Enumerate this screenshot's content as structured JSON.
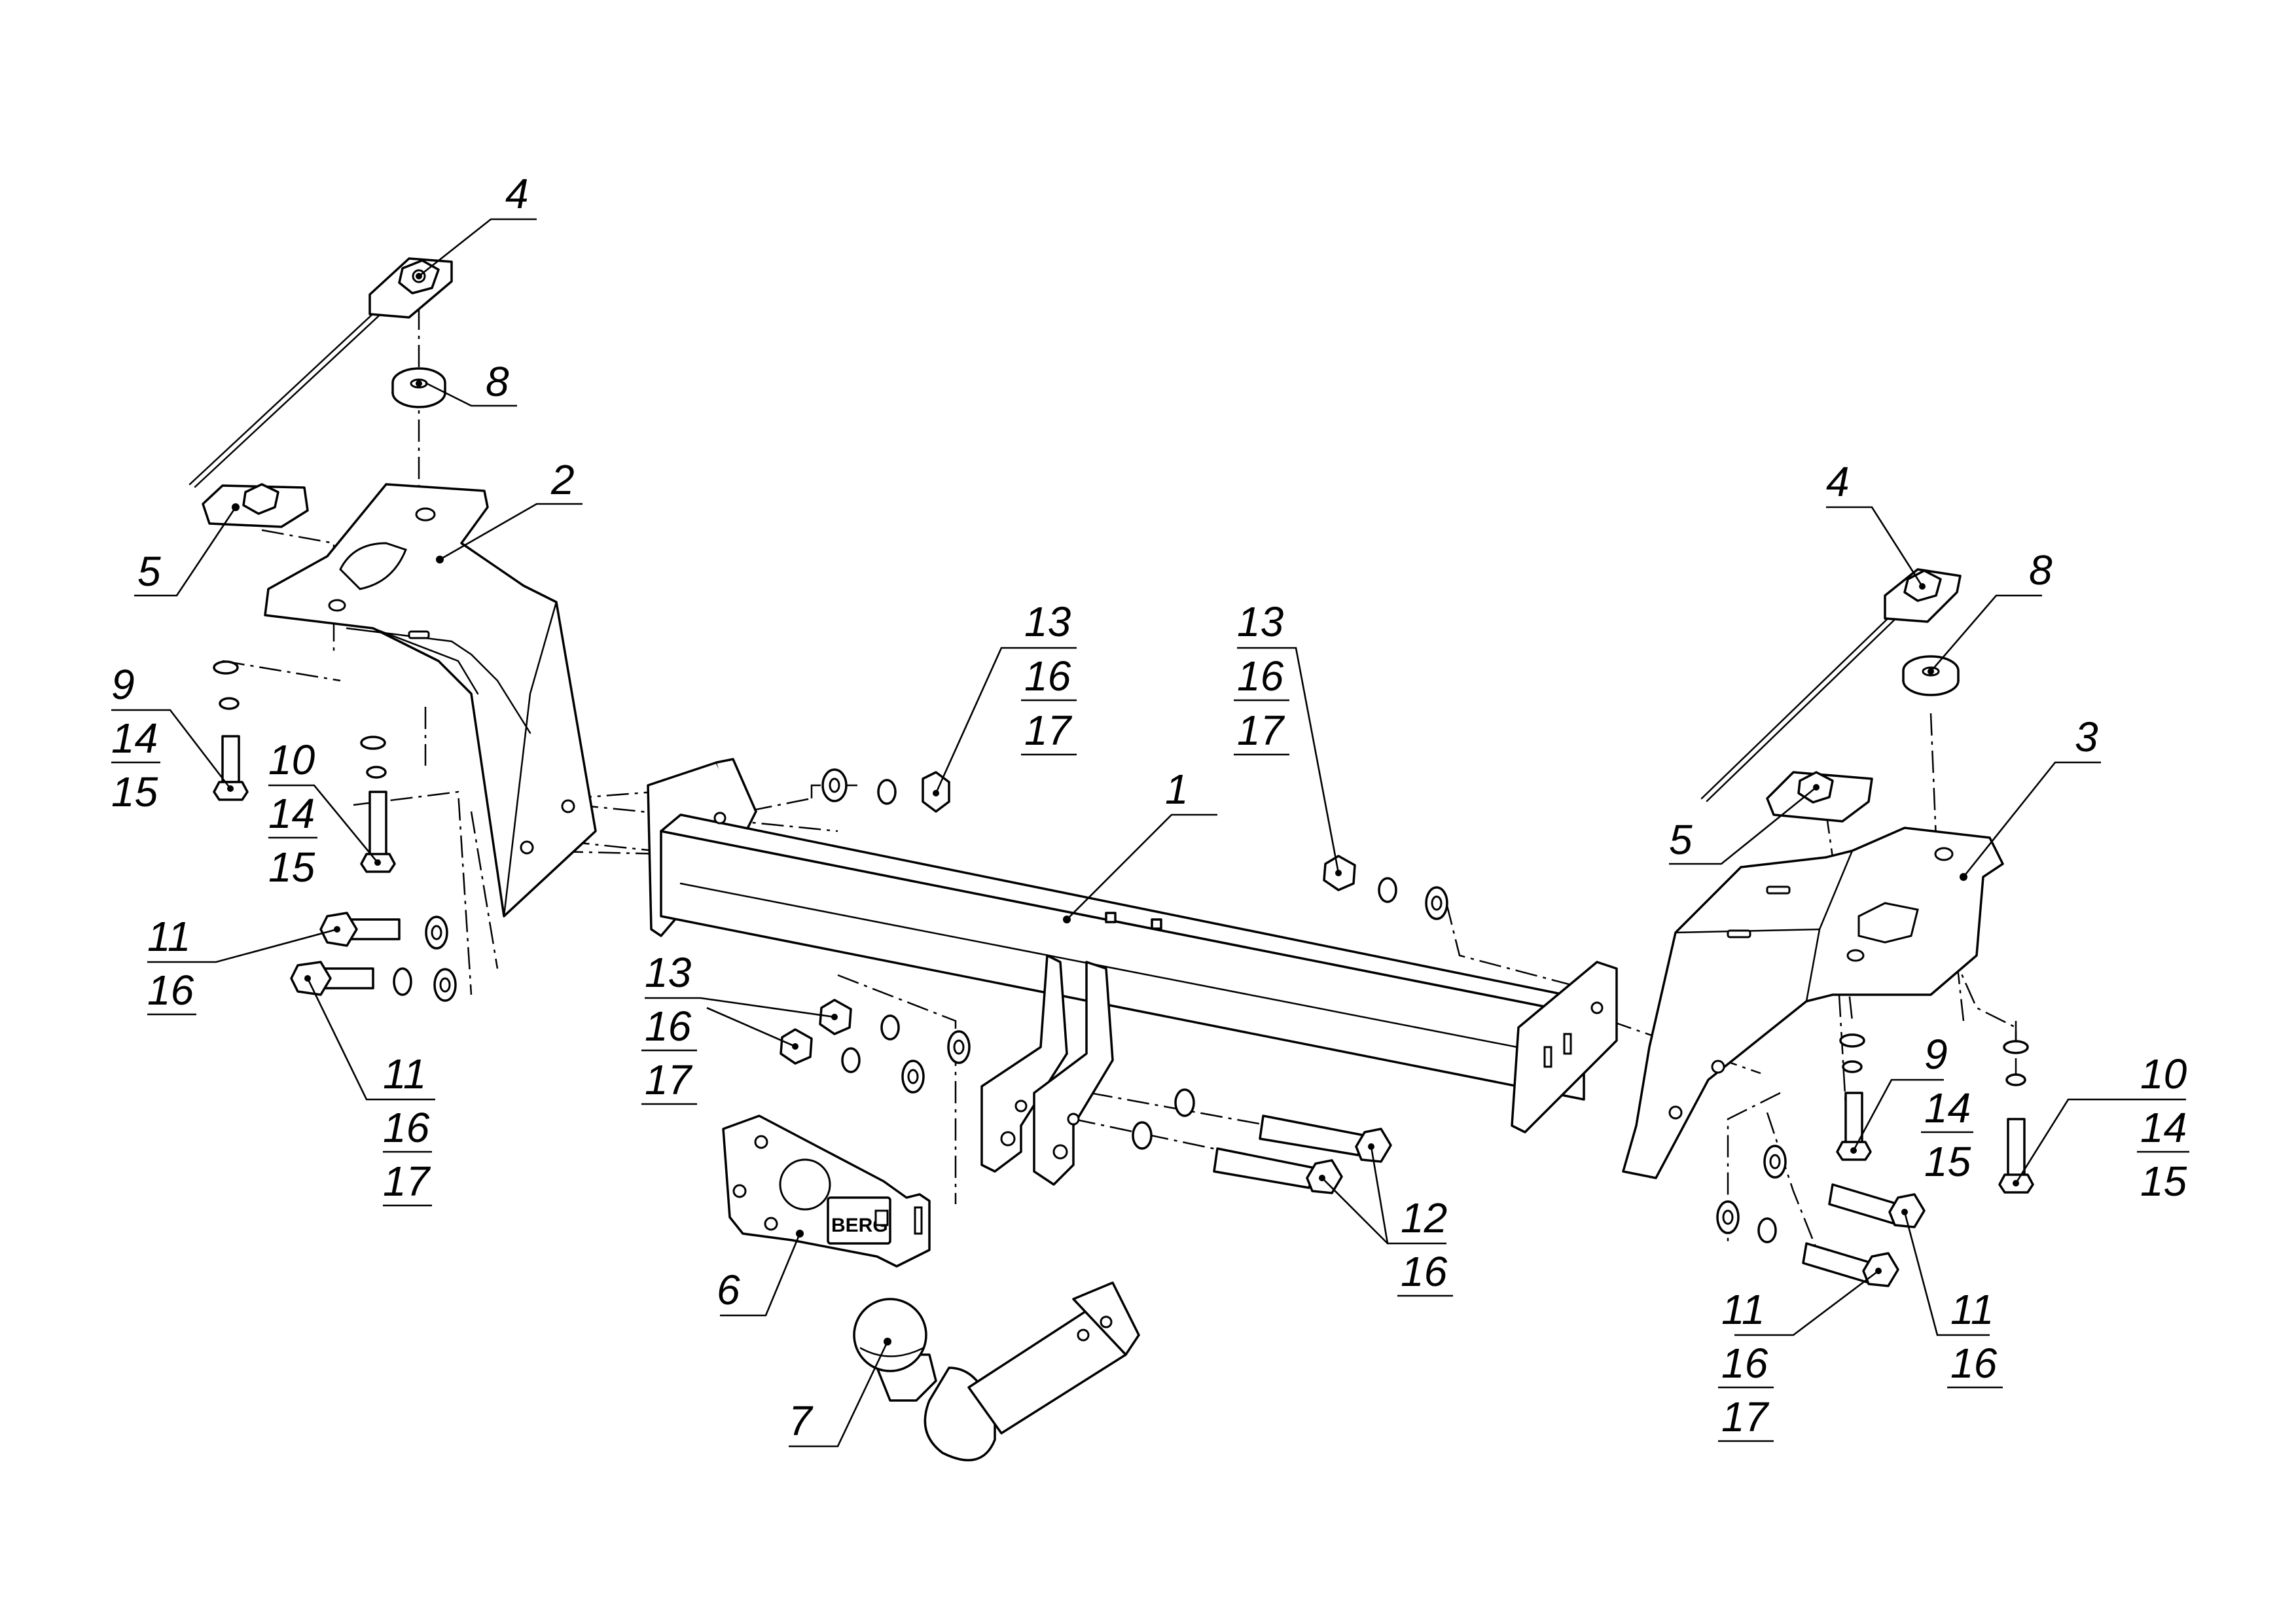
{
  "brand_text": "BERG",
  "callouts": {
    "c4_left": [
      "4"
    ],
    "c8_left": [
      "8"
    ],
    "c2": [
      "2"
    ],
    "c5_left": [
      "5"
    ],
    "c9_left": [
      "9",
      "14",
      "15"
    ],
    "c10_left": [
      "10",
      "14",
      "15"
    ],
    "c11_left_a": [
      "11",
      "16"
    ],
    "c11_left_b": [
      "11",
      "16",
      "17"
    ],
    "c13_a": [
      "13",
      "16",
      "17"
    ],
    "c13_b": [
      "13",
      "16",
      "17"
    ],
    "c13_c": [
      "13",
      "16",
      "17"
    ],
    "c1": [
      "1"
    ],
    "c6": [
      "6"
    ],
    "c7": [
      "7"
    ],
    "c12": [
      "12",
      "16"
    ],
    "c4_right": [
      "4"
    ],
    "c8_right": [
      "8"
    ],
    "c3": [
      "3"
    ],
    "c5_right": [
      "5"
    ],
    "c9_right": [
      "9",
      "14",
      "15"
    ],
    "c10_right": [
      "10",
      "14",
      "15"
    ],
    "c11_right_a": [
      "11",
      "16",
      "17"
    ],
    "c11_right_b": [
      "11",
      "16"
    ]
  }
}
